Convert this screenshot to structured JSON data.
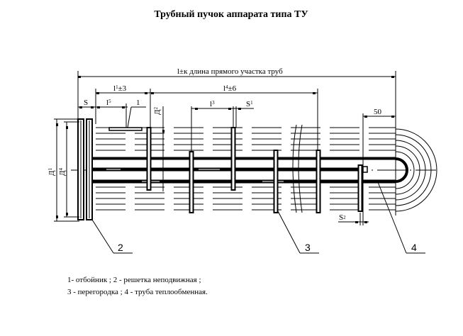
{
  "title": "Трубный пучок аппарата типа ТУ",
  "dimensions": {
    "total_length": "l±к  длина прямого участка труб",
    "l1_label": "l",
    "l1_sub": "1",
    "l1_suffix": "±3",
    "l4_label": "l",
    "l4_sub": "4",
    "l4_suffix": "±6",
    "s": "S",
    "l5_label": "l",
    "l5_sub": "5",
    "item1": "1",
    "d2_label": "Д",
    "d2_sub": "2",
    "l3_label": "l",
    "l3_sub": "3",
    "s1_label": "S",
    "s1_sub": "1",
    "fifty": "50",
    "d1_label": "Д",
    "d1_sub": "1",
    "d4_label": "Д",
    "d4_sub": "4",
    "s2_label": "S",
    "s2_sub": "2"
  },
  "callouts": {
    "c2": "2",
    "c3": "3",
    "c4": "4"
  },
  "legend": {
    "line1": "1- отбойник   ; 2 - решетка неподвижная ;",
    "line2": "3 - перегородка ; 4 - труба теплообменная."
  }
}
